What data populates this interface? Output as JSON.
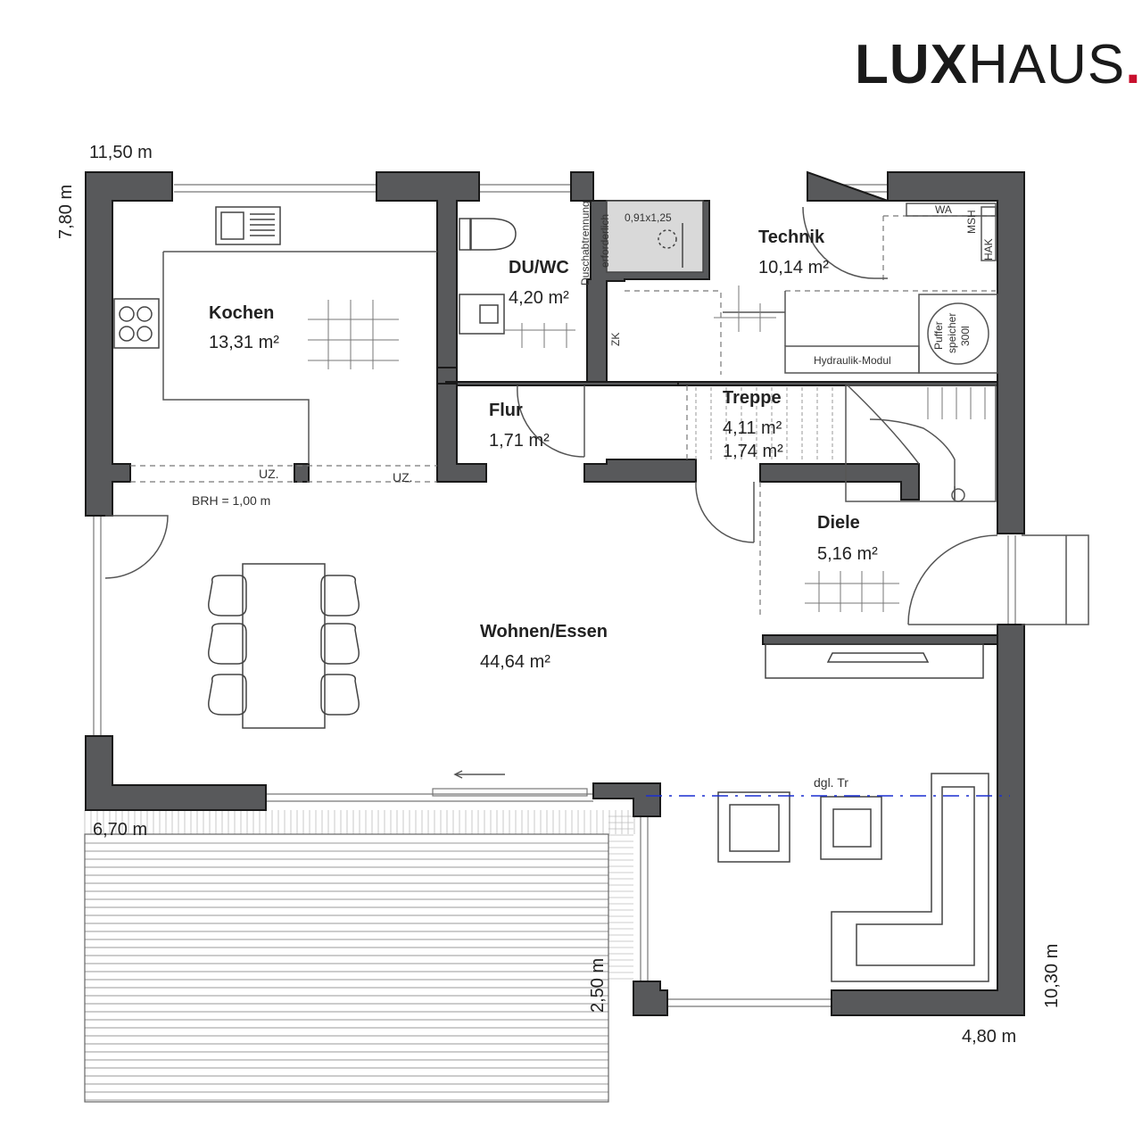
{
  "logo": {
    "part1": "LUX",
    "part2": "HAUS",
    "dot": "."
  },
  "dimensions": {
    "top_width": "11,50 m",
    "left_height": "7,80 m",
    "terrace_width": "6,70 m",
    "terrace_depth": "2,50 m",
    "right_height": "10,30 m",
    "bottom_right_width": "4,80 m"
  },
  "rooms": {
    "kochen": {
      "name": "Kochen",
      "area": "13,31 m²"
    },
    "duwc": {
      "name": "DU/WC",
      "area": "4,20 m²"
    },
    "technik": {
      "name": "Technik",
      "area": "10,14 m²"
    },
    "flur": {
      "name": "Flur",
      "area": "1,71 m²"
    },
    "treppe": {
      "name": "Treppe",
      "area": "4,11 m²",
      "area2": "1,74 m²"
    },
    "diele": {
      "name": "Diele",
      "area": "5,16 m²"
    },
    "wohnen": {
      "name": "Wohnen/Essen",
      "area": "44,64 m²"
    }
  },
  "labels": {
    "shower_note_1": "Duschabtrennung",
    "shower_note_2": "erforderlich",
    "shower_size": "0,91x1,25",
    "wa": "WA",
    "msh": "MSH",
    "hak": "HAK",
    "puffer_1": "Puffer",
    "puffer_2": "speicher",
    "puffer_3": "300l",
    "hydraulik": "Hydraulik-Modul",
    "zk": "ZK",
    "uz1": "UZ.",
    "uz2": "UZ.",
    "brh": "BRH = 1,00 m",
    "dgl": "dgl. Tr"
  }
}
